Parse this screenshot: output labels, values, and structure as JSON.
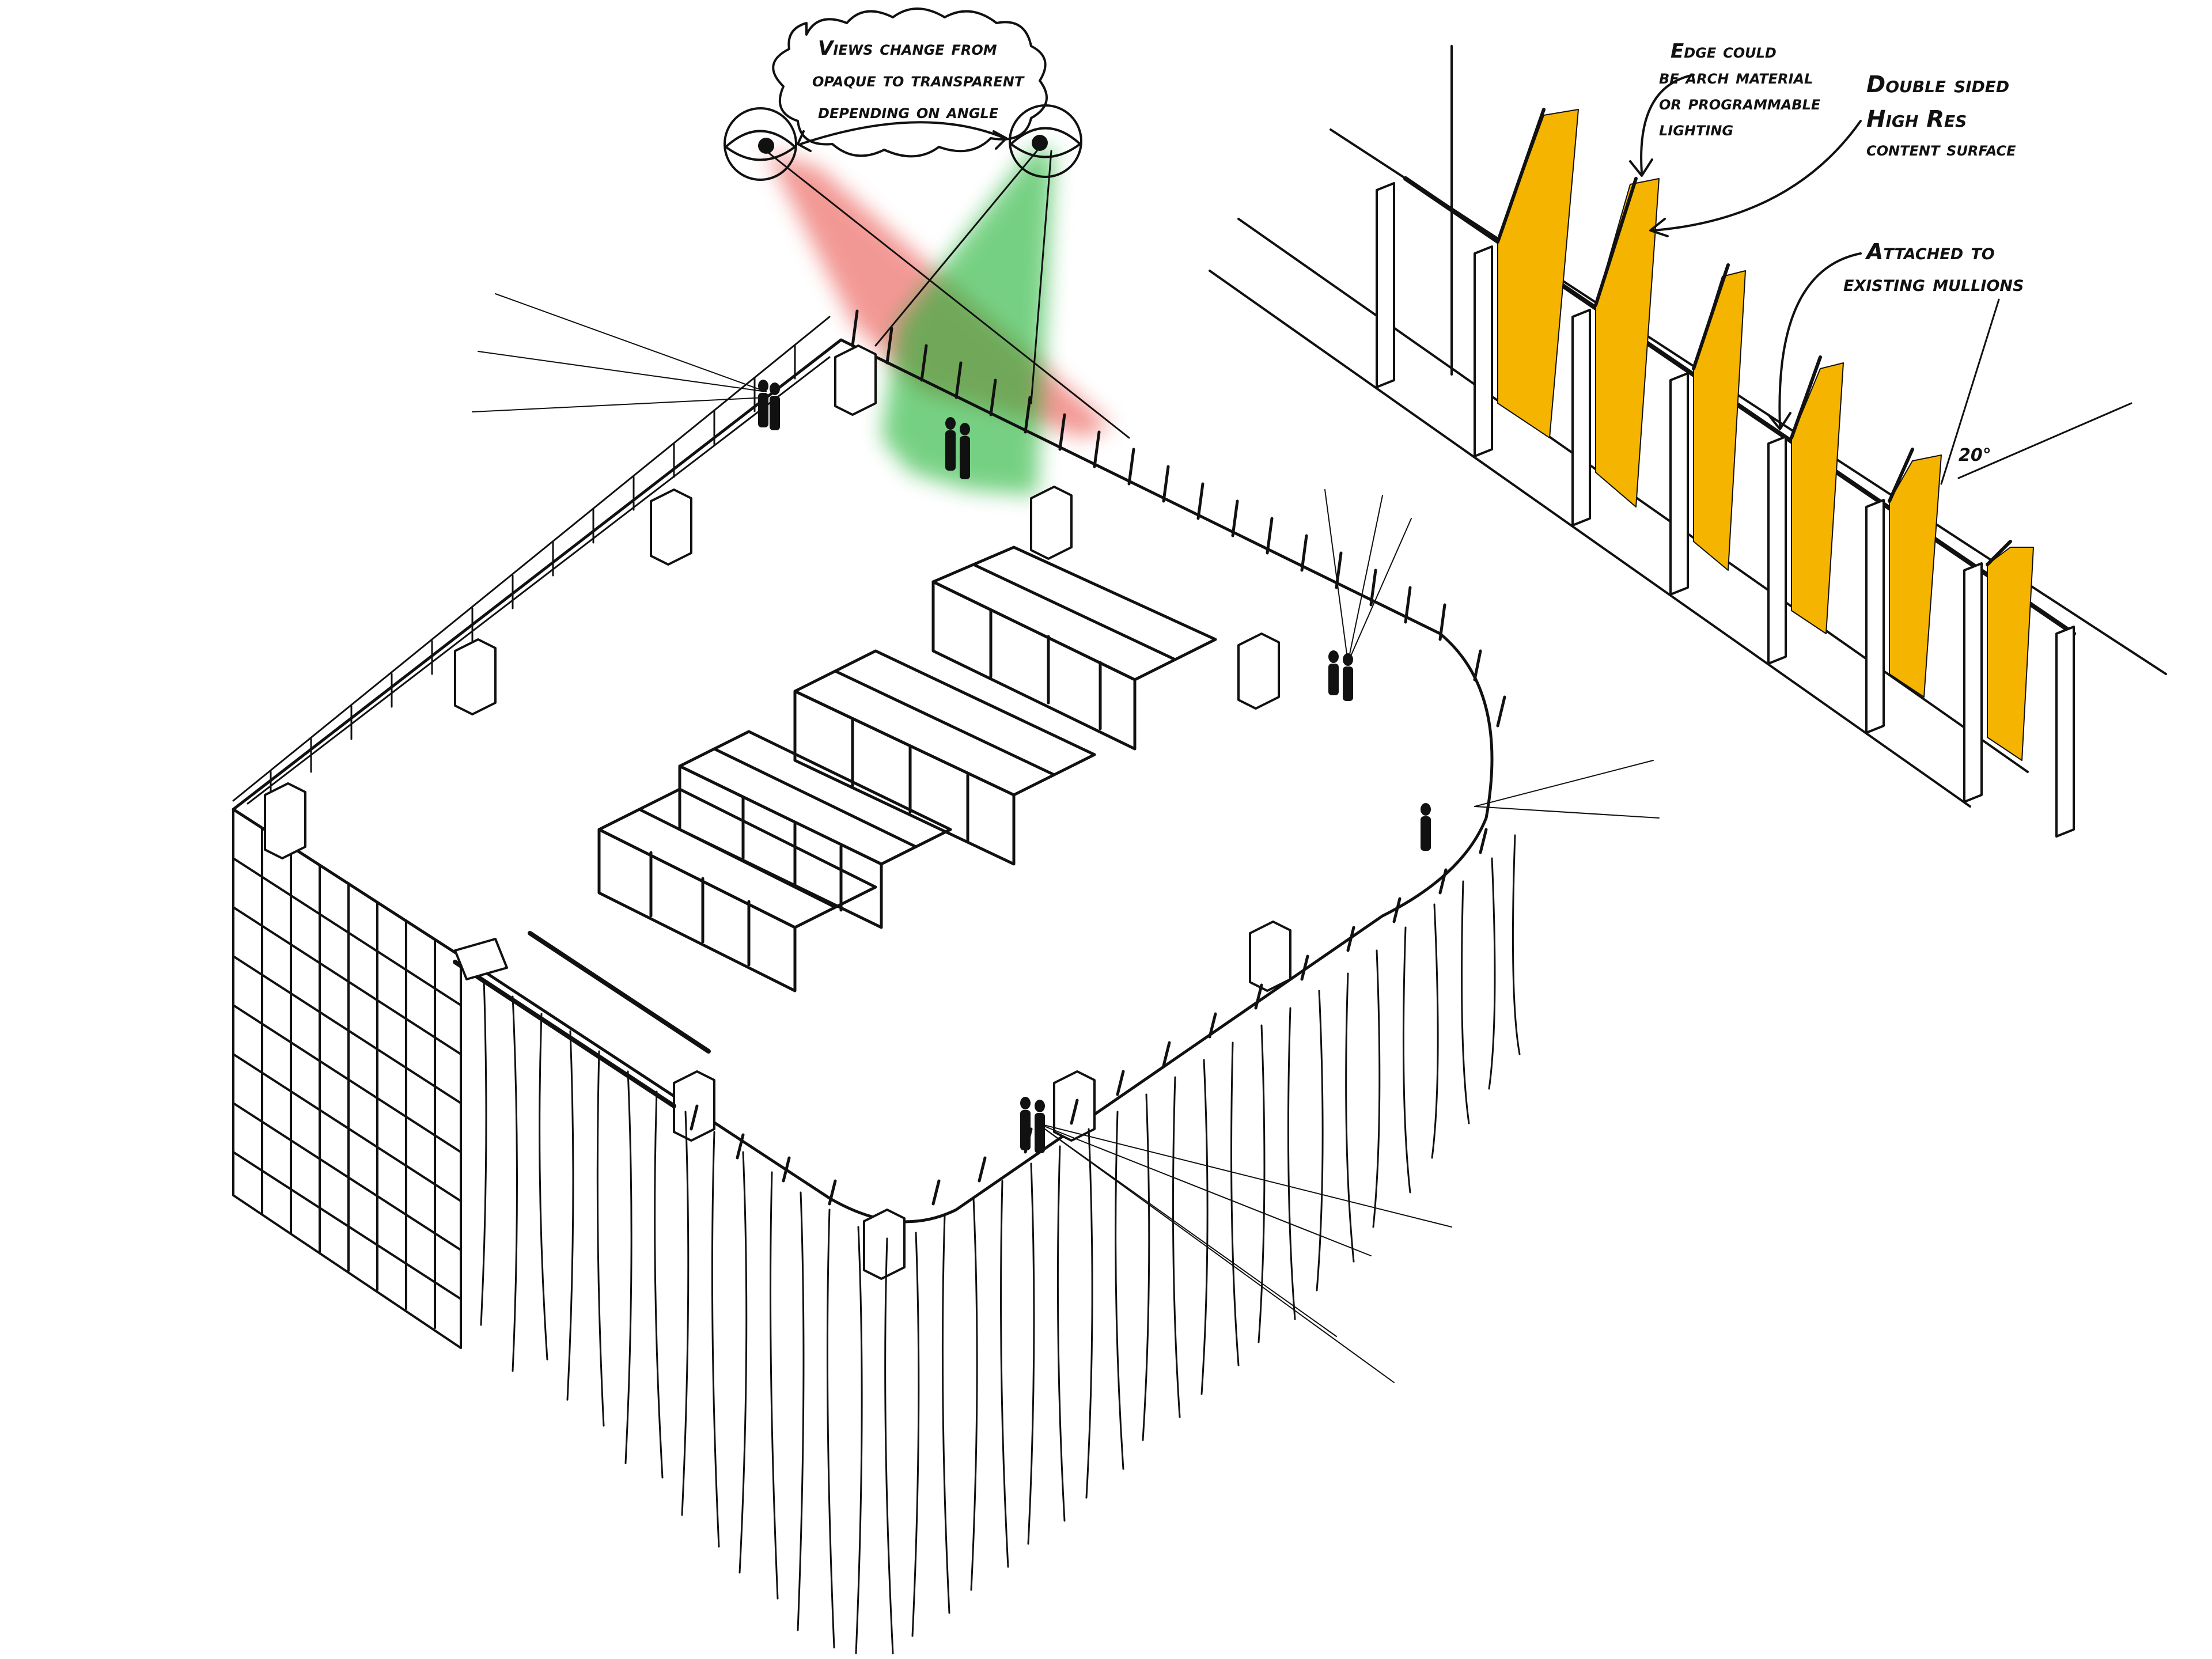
{
  "annotations": {
    "views_line1": "Views change from",
    "views_line2": "opaque to transparent",
    "views_line3": "depending on angle",
    "edge_line1": "Edge could",
    "edge_line2": "be arch material",
    "edge_line3": "or programmable",
    "edge_line4": "lighting",
    "surface_line1": "Double sided",
    "surface_line2": "High Res",
    "surface_line3": "content surface",
    "mullion_line1": "Attached to",
    "mullion_line2": "existing mullions",
    "angle_label": "20°"
  },
  "colors": {
    "ink": "#111111",
    "view_cone_opaque": "#e8453c",
    "view_cone_transparent": "#1db233",
    "panel_fill": "#f5b400"
  },
  "icons": {
    "eye_left": "eye-icon",
    "eye_right": "eye-icon",
    "thought_cloud": "cloud-icon",
    "person": "person-silhouette-icon"
  }
}
